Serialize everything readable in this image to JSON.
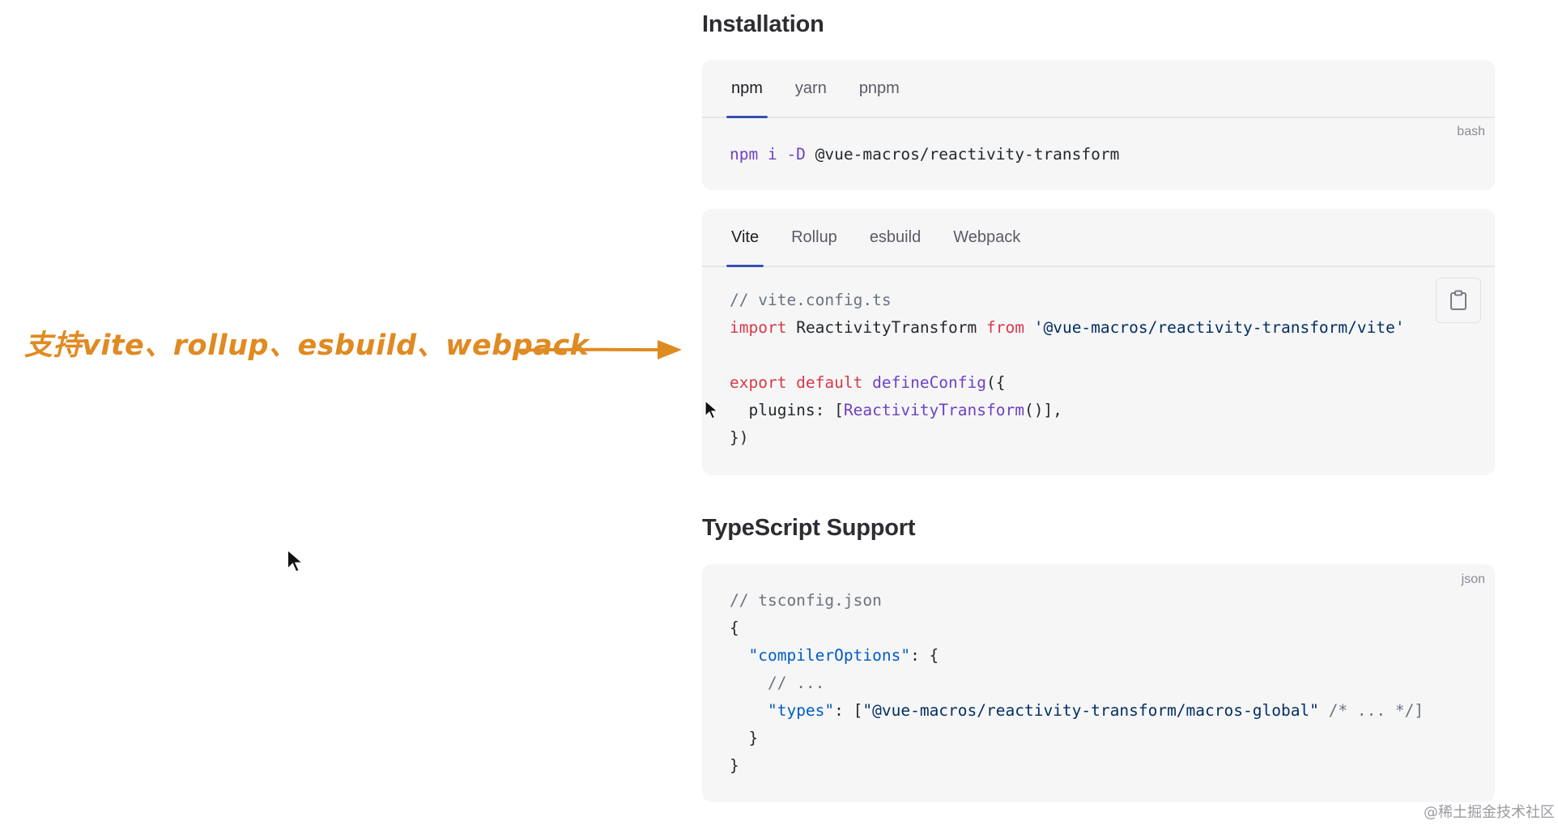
{
  "installation": {
    "heading": "Installation",
    "pkg_tabs": [
      {
        "label": "npm",
        "active": true
      },
      {
        "label": "yarn",
        "active": false
      },
      {
        "label": "pnpm",
        "active": false
      }
    ],
    "pkg_lang": "bash",
    "pkg_cmd": {
      "prefix": "npm i -D",
      "pkg": "@vue-macros/reactivity-transform"
    },
    "bundler_tabs": [
      {
        "label": "Vite",
        "active": true
      },
      {
        "label": "Rollup",
        "active": false
      },
      {
        "label": "esbuild",
        "active": false
      },
      {
        "label": "Webpack",
        "active": false
      }
    ],
    "vite_code": {
      "comment": "// vite.config.ts",
      "import_kw": "import",
      "import_name": "ReactivityTransform",
      "from_kw": "from",
      "import_path": "'@vue-macros/reactivity-transform/vite'",
      "export_kw": "export default",
      "define_fn": "defineConfig",
      "define_open": "({",
      "plugins_key": "  plugins: [",
      "plugin_fn": "ReactivityTransform",
      "plugins_close": "()],",
      "close": "})"
    }
  },
  "typescript": {
    "heading": "TypeScript Support",
    "lang": "json",
    "code": {
      "comment": "// tsconfig.json",
      "open": "{",
      "compiler_key": "\"compilerOptions\"",
      "compiler_rest": ": {",
      "inner_comment": "// ...",
      "types_key": "\"types\"",
      "types_colon": ": [",
      "types_value": "\"@vue-macros/reactivity-transform/macros-global\"",
      "types_tail": " /* ... */]",
      "inner_close": "}",
      "close": "}"
    }
  },
  "annotation": {
    "text": "支持vite、rollup、esbuild、webpack",
    "color": "#e08a22"
  },
  "watermark": "@稀土掘金技术社区",
  "icons": {
    "copy": "clipboard-icon",
    "arrow": "arrow-right-icon",
    "cursor": "mouse-cursor-icon"
  }
}
